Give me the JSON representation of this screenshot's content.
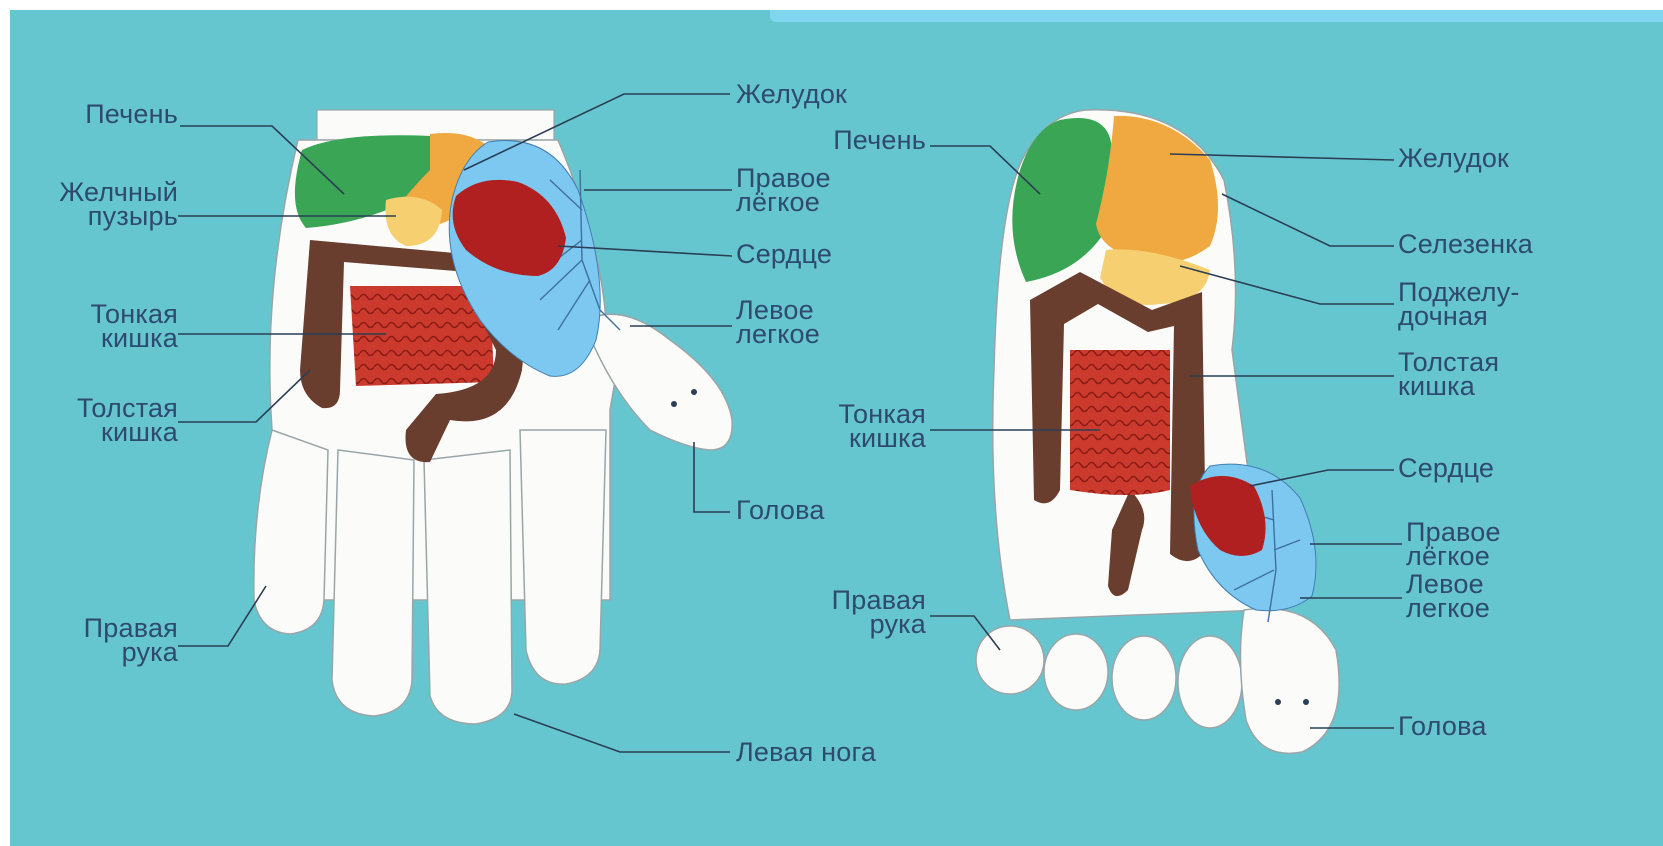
{
  "hand": {
    "liver": "Печень",
    "stomach": "Желудок",
    "gallbladder": "Желчный\nпузырь",
    "right_lung": "Правое\nлёгкое",
    "heart": "Сердце",
    "small_intestine": "Тонкая\nкишка",
    "left_lung": "Левое\nлегкое",
    "large_intestine": "Толстая\nкишка",
    "head": "Голова",
    "right_arm": "Правая\nрука",
    "left_leg": "Левая нога"
  },
  "foot": {
    "liver": "Печень",
    "stomach": "Желудок",
    "spleen": "Селезенка",
    "pancreas": "Поджелу-\nдочная",
    "large_intestine": "Толстая\nкишка",
    "small_intestine": "Тонкая\nкишка",
    "heart": "Сердце",
    "right_arm": "Правая\nрука",
    "right_lung": "Правое\nлёгкое",
    "left_lung": "Левое\nлегкое",
    "head": "Голова"
  },
  "colors": {
    "background": "#66c6cf",
    "liver": "#3aa655",
    "stomach": "#f0a840",
    "pancreas": "#f6d070",
    "lung": "#7cc8f0",
    "heart": "#b02020",
    "small_intestine": "#cc3a2e",
    "large_intestine": "#6a3e2e",
    "skin": "#fbfbf9",
    "label": "#2e4a6e"
  }
}
